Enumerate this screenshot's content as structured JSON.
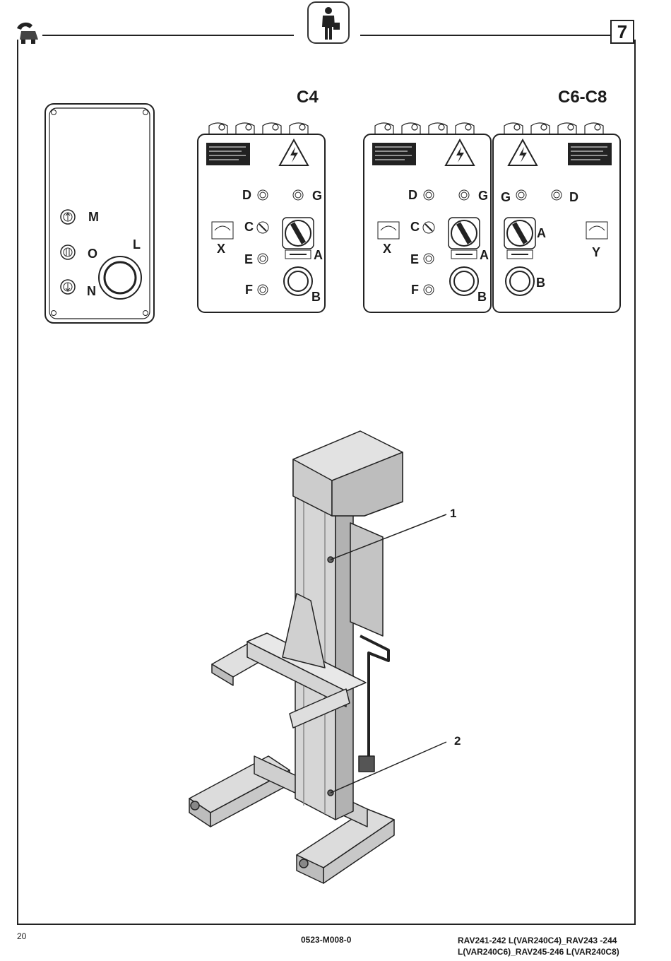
{
  "header": {
    "page_marker": "7",
    "user_icon": "operator-with-manual-icon",
    "logo_icon": "brand-logo-icon"
  },
  "panels": {
    "group_c4_title": "C4",
    "group_c6c8_title": "C6-C8",
    "remote_labels": {
      "m": "M",
      "o": "O",
      "n": "N",
      "l": "L"
    },
    "c4_labels": {
      "d": "D",
      "g": "G",
      "c": "C",
      "x": "X",
      "e": "E",
      "a": "A",
      "f": "F",
      "b": "B"
    },
    "c6_left_labels": {
      "d": "D",
      "g": "G",
      "c": "C",
      "x": "X",
      "e": "E",
      "a": "A",
      "f": "F",
      "b": "B"
    },
    "c6_right_labels": {
      "g": "G",
      "d": "D",
      "a": "A",
      "y": "Y",
      "b": "B"
    }
  },
  "column": {
    "callout_1": "1",
    "callout_2": "2"
  },
  "footer": {
    "page_number": "20",
    "doc_code": "0523-M008-0",
    "model_line_1": "RAV241-242 L(VAR240C4)_RAV243 -244",
    "model_line_2": "L(VAR240C6)_RAV245-246 L(VAR240C8)"
  }
}
